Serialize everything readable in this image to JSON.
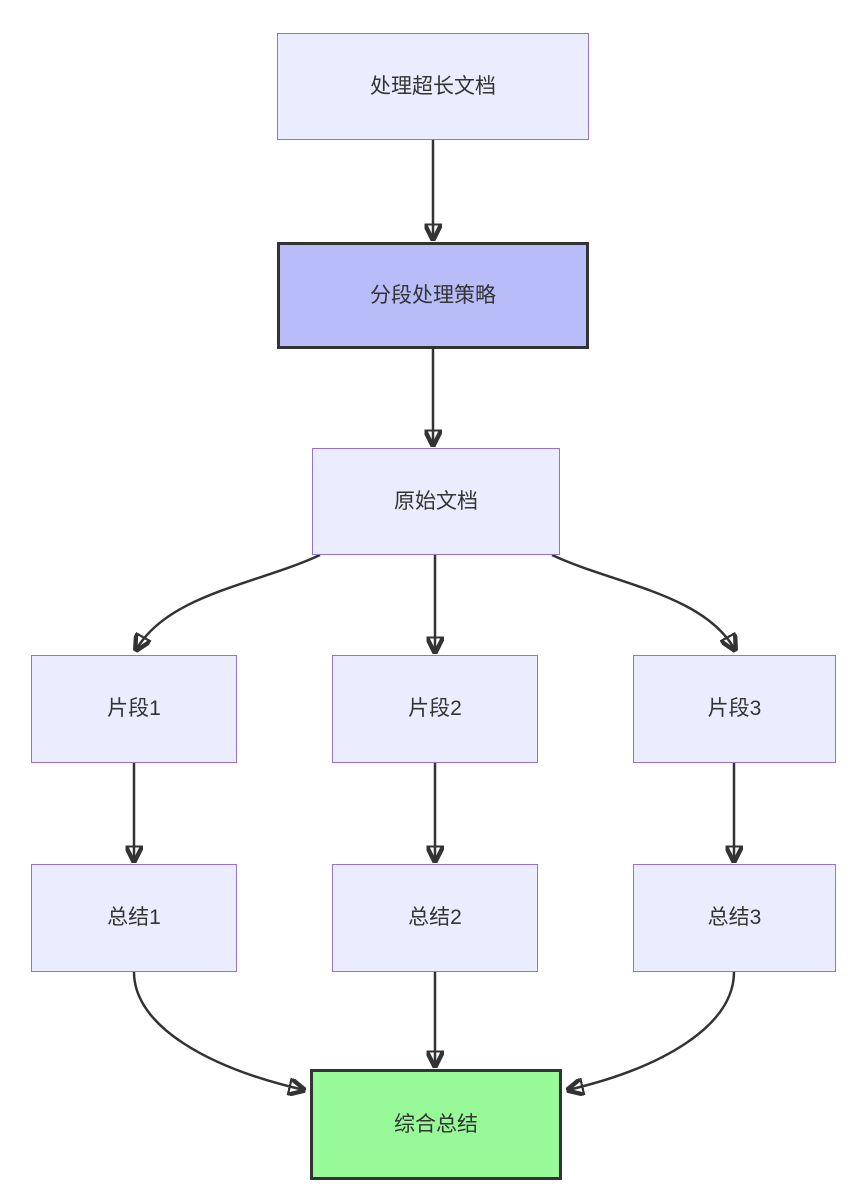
{
  "diagram": {
    "type": "flowchart",
    "direction": "top-down",
    "colors": {
      "node_fill": "#ECECFF",
      "node_border": "#9370DB",
      "highlight_fill": "#B8BCF8",
      "highlight_border": "#333333",
      "result_fill": "#97F997",
      "result_border": "#333333",
      "edge": "#333333",
      "text": "#333333",
      "background": "#ffffff"
    },
    "nodes": [
      {
        "id": "A",
        "label": "处理超长文档",
        "style": "default"
      },
      {
        "id": "B",
        "label": "分段处理策略",
        "style": "highlight"
      },
      {
        "id": "C",
        "label": "原始文档",
        "style": "default"
      },
      {
        "id": "D1",
        "label": "片段1",
        "style": "default"
      },
      {
        "id": "D2",
        "label": "片段2",
        "style": "default"
      },
      {
        "id": "D3",
        "label": "片段3",
        "style": "default"
      },
      {
        "id": "E1",
        "label": "总结1",
        "style": "default"
      },
      {
        "id": "E2",
        "label": "总结2",
        "style": "default"
      },
      {
        "id": "E3",
        "label": "总结3",
        "style": "default"
      },
      {
        "id": "F",
        "label": "综合总结",
        "style": "result"
      }
    ],
    "edges": [
      {
        "from": "处理超长文档",
        "to": "分段处理策略"
      },
      {
        "from": "分段处理策略",
        "to": "原始文档"
      },
      {
        "from": "原始文档",
        "to": "片段1"
      },
      {
        "from": "原始文档",
        "to": "片段2"
      },
      {
        "from": "原始文档",
        "to": "片段3"
      },
      {
        "from": "片段1",
        "to": "总结1"
      },
      {
        "from": "片段2",
        "to": "总结2"
      },
      {
        "from": "片段3",
        "to": "总结3"
      },
      {
        "from": "总结1",
        "to": "综合总结"
      },
      {
        "from": "总结2",
        "to": "综合总结"
      },
      {
        "from": "总结3",
        "to": "综合总结"
      }
    ]
  }
}
